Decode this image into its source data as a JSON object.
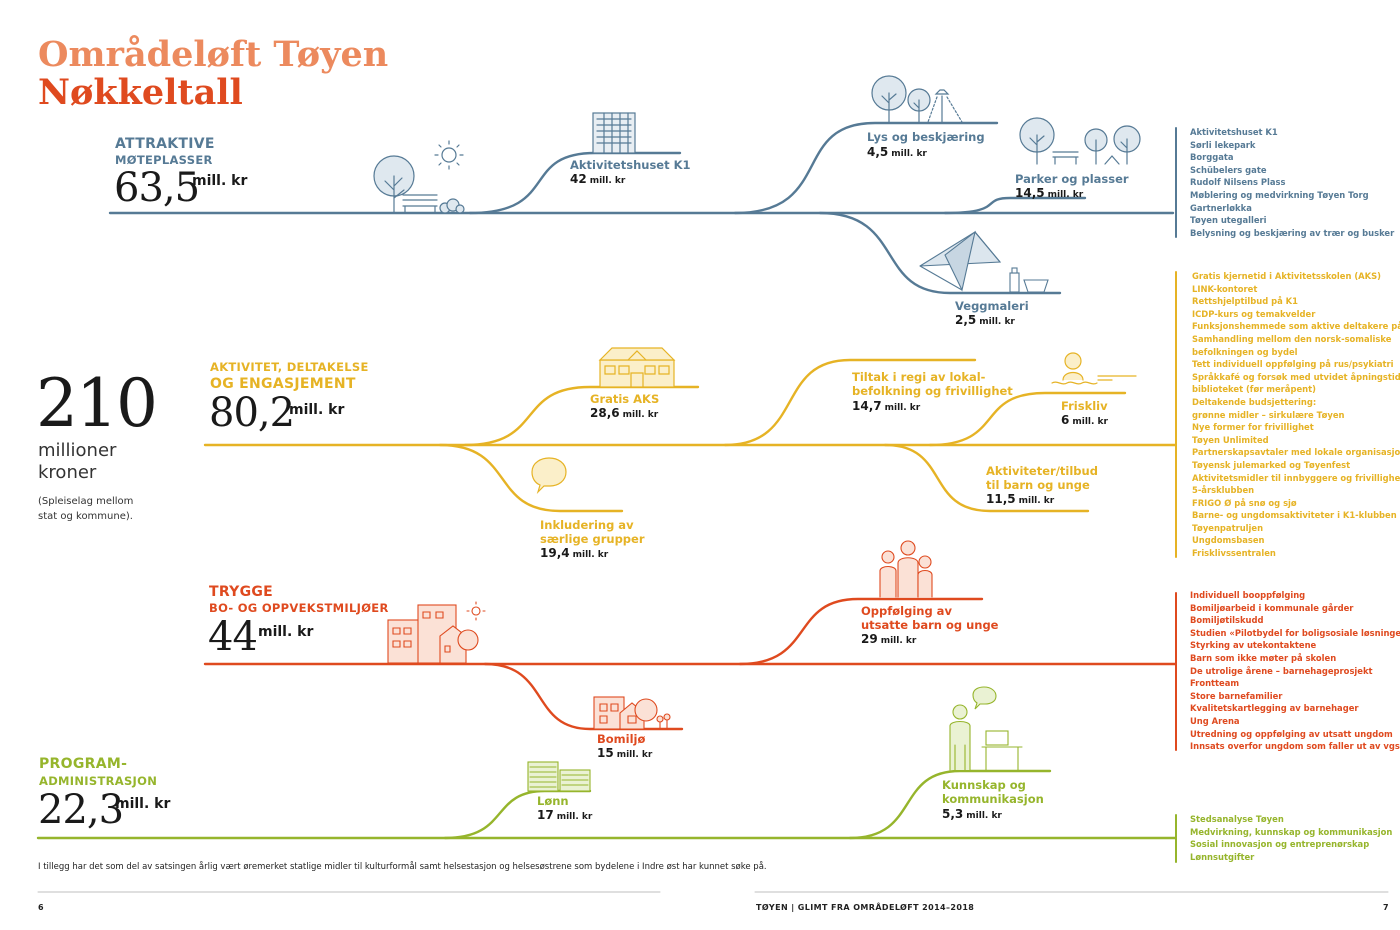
{
  "heading": {
    "line1": "Områdeløft Tøyen",
    "line2": "Nøkkeltall"
  },
  "colors": {
    "blue": "#567a95",
    "yellow": "#e6b325",
    "red": "#df4a1f",
    "green": "#96b52c",
    "orange_light": "#ec8a5e"
  },
  "total": {
    "value": "210",
    "line1": "millioner",
    "line2": "kroner",
    "note1": "(Spleiselag mellom",
    "note2": "stat og kommune)."
  },
  "sections": [
    {
      "id": "attraktive",
      "title": "ATTRAKTIVE",
      "subtitle": "MØTEPLASSER",
      "value": "63,5",
      "unit": "mill. kr",
      "branches": [
        {
          "label": "Aktivitetshuset K1",
          "value": "42",
          "unit": "mill. kr"
        },
        {
          "label": "Lys og beskjæring",
          "value": "4,5",
          "unit": "mill. kr"
        },
        {
          "label": "Parker og plasser",
          "value": "14,5",
          "unit": "mill. kr"
        },
        {
          "label": "Veggmaleri",
          "value": "2,5",
          "unit": "mill. kr"
        }
      ],
      "list": [
        "Aktivitetshuset K1",
        "Sørli lekepark",
        "Borggata",
        "Schübelers gate",
        "Rudolf Nilsens Plass",
        "Møblering og medvirkning Tøyen Torg",
        "Gartnerløkka",
        "Tøyen utegalleri",
        "Belysning og beskjæring av trær og busker"
      ]
    },
    {
      "id": "aktivitet",
      "title": "AKTIVITET, DELTAKELSE",
      "subtitle": "OG ENGASJEMENT",
      "value": "80,2",
      "unit": "mill. kr",
      "branches": [
        {
          "label": "Gratis AKS",
          "value": "28,6",
          "unit": "mill. kr"
        },
        {
          "label": "Inkludering av",
          "label2": "særlige grupper",
          "value": "19,4",
          "unit": "mill. kr"
        },
        {
          "label": "Tiltak i regi av lokal-",
          "label2": "befolkning og frivillighet",
          "value": "14,7",
          "unit": "mill. kr"
        },
        {
          "label": "Friskliv",
          "value": "6",
          "unit": "mill. kr"
        },
        {
          "label": "Aktiviteter/tilbud",
          "label2": "til barn og unge",
          "value": "11,5",
          "unit": "mill. kr"
        }
      ],
      "list": [
        "Gratis kjernetid i Aktivitetsskolen (AKS)",
        "LINK-kontoret",
        "Rettshjelptilbud på K1",
        "ICDP-kurs og temakvelder",
        "Funksjonshemmede som aktive deltakere på Tøyen",
        "Samhandling mellom den norsk-somaliske",
        "befolkningen og bydel",
        "Tett individuell oppfølging på rus/psykiatri",
        "Språkkafé og forsøk med utvidet åpningstid på",
        "biblioteket (før meråpent)",
        "Deltakende budsjettering:",
        "grønne midler – sirkulære Tøyen",
        "Nye former for frivillighet",
        "Tøyen Unlimited",
        "Partnerskapsavtaler med lokale organisasjoner",
        "Tøyensk julemarked og Tøyenfest",
        "Aktivitetsmidler til innbyggere og frivillighet",
        "5-årsklubben",
        "FRIGO Ø på snø og sjø",
        "Barne- og ungdomsaktiviteter i K1-klubben",
        "Tøyenpatruljen",
        "Ungdomsbasen",
        "Frisklivssentralen"
      ]
    },
    {
      "id": "trygge",
      "title": "TRYGGE",
      "subtitle": "BO- OG OPPVEKSTMILJØER",
      "value": "44",
      "unit": "mill. kr",
      "branches": [
        {
          "label": "Oppfølging av",
          "label2": "utsatte barn og unge",
          "value": "29",
          "unit": "mill. kr"
        },
        {
          "label": "Bomiljø",
          "value": "15",
          "unit": "mill. kr"
        }
      ],
      "list": [
        "Individuell booppfølging",
        "Bomiljøarbeid i kommunale gårder",
        "Bomiljøtilskudd",
        "Studien «Pilotbydel for boligsosiale løsninger»",
        "Styrking av utekontaktene",
        "Barn som ikke møter på skolen",
        "De utrolige årene – barnehageprosjekt",
        "Frontteam",
        "Store barnefamilier",
        "Kvalitetskartlegging av barnehager",
        "Ung Arena",
        "Utredning og oppfølging av utsatt ungdom",
        "Innsats overfor ungdom som faller ut av vgs."
      ]
    },
    {
      "id": "program",
      "title": "PROGRAM-",
      "subtitle": "ADMINISTRASJON",
      "value": "22,3",
      "unit": "mill. kr",
      "branches": [
        {
          "label": "Lønn",
          "value": "17",
          "unit": "mill. kr"
        },
        {
          "label": "Kunnskap og",
          "label2": "kommunikasjon",
          "value": "5,3",
          "unit": "mill. kr"
        }
      ],
      "list": [
        "Stedsanalyse Tøyen",
        "Medvirkning, kunnskap og kommunikasjon",
        "Sosial innovasjon og entreprenørskap",
        "Lønnsutgifter"
      ]
    }
  ],
  "footnote": "I tillegg har det som del av satsingen årlig vært øremerket statlige midler til kulturformål samt helsestasjon og helsesøstrene som bydelene i Indre øst har kunnet søke på.",
  "footer": {
    "left_page": "6",
    "center": "TØYEN  |  GLIMT FRA OMRÅDELØFT 2014–2018",
    "right_page": "7"
  }
}
